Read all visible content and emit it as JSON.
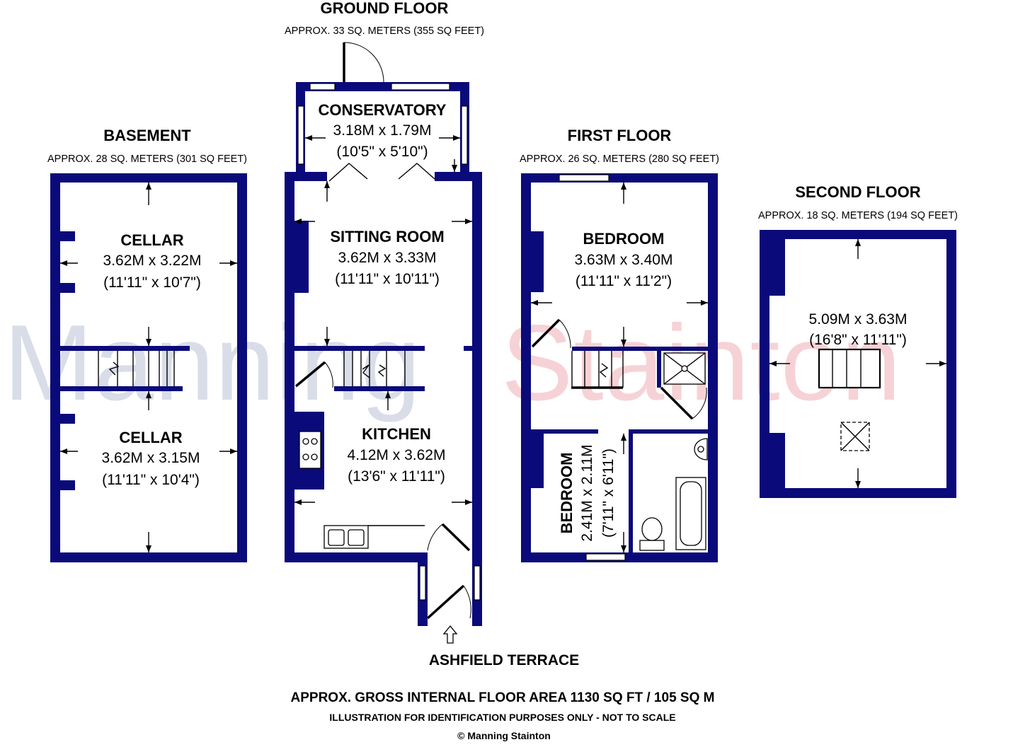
{
  "watermark": {
    "part1": "Manning",
    "part2": "Stainton",
    "color1": "#d9dde8",
    "color2": "#f6d2d6"
  },
  "colors": {
    "wall": "#0a0a7a",
    "background": "#ffffff"
  },
  "floors": {
    "basement": {
      "title": "BASEMENT",
      "approx": "APPROX. 28 SQ. METERS (301 SQ FEET)"
    },
    "ground": {
      "title": "GROUND FLOOR",
      "approx": "APPROX. 33 SQ. METERS (355 SQ FEET)"
    },
    "first": {
      "title": "FIRST FLOOR",
      "approx": "APPROX. 26 SQ. METERS (280 SQ FEET)"
    },
    "second": {
      "title": "SECOND FLOOR",
      "approx": "APPROX. 18 SQ. METERS (194 SQ FEET)"
    }
  },
  "rooms": {
    "cellar_upper": {
      "name": "CELLAR",
      "metric": "3.62M x 3.22M",
      "imperial": "(11'11\" x 10'7\")"
    },
    "cellar_lower": {
      "name": "CELLAR",
      "metric": "3.62M x 3.15M",
      "imperial": "(11'11\" x 10'4\")"
    },
    "conservatory": {
      "name": "CONSERVATORY",
      "metric": "3.18M x 1.79M",
      "imperial": "(10'5\" x 5'10\")"
    },
    "sitting_room": {
      "name": "SITTING ROOM",
      "metric": "3.62M x 3.33M",
      "imperial": "(11'11\" x 10'11\")"
    },
    "kitchen": {
      "name": "KITCHEN",
      "metric": "4.12M x 3.62M",
      "imperial": "(13'6\" x 11'11\")"
    },
    "bedroom_main": {
      "name": "BEDROOM",
      "metric": "3.63M x 3.40M",
      "imperial": "(11'11\" x 11'2\")"
    },
    "bedroom_small": {
      "name": "BEDROOM",
      "metric": "2.41M x 2.11M",
      "imperial": "(7'11\" x 6'11\")"
    },
    "attic": {
      "metric": "5.09M x 3.63M",
      "imperial": "(16'8\" x 11'11\")"
    }
  },
  "street": "ASHFIELD TERRACE",
  "footer": {
    "gross_area": "APPROX. GROSS INTERNAL FLOOR AREA 1130 SQ FT / 105 SQ M",
    "disclaimer": "ILLUSTRATION FOR IDENTIFICATION PURPOSES ONLY - NOT TO SCALE",
    "copyright": "© Manning Stainton"
  }
}
